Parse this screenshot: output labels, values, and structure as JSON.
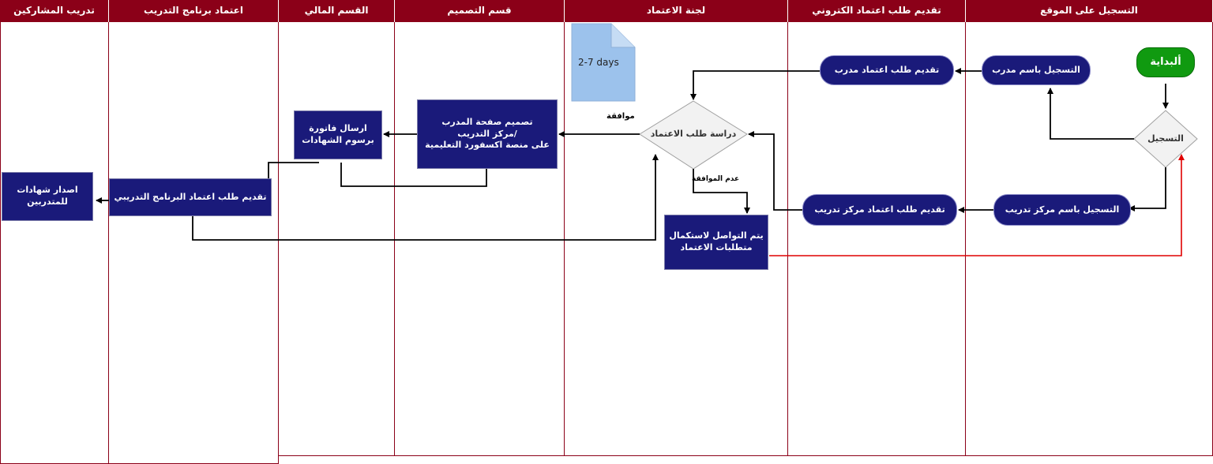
{
  "lanes": [
    {
      "id": "trainees",
      "title": "تدريب المشاركين"
    },
    {
      "id": "program",
      "title": "اعتماد برنامج التدريب"
    },
    {
      "id": "finance",
      "title": "القسم المالي"
    },
    {
      "id": "design",
      "title": "قسم التصميم"
    },
    {
      "id": "committee",
      "title": "لجنة الاعتماد"
    },
    {
      "id": "eapply",
      "title": "تقديم طلب  اعتماد الكتروني"
    },
    {
      "id": "register",
      "title": "التسجيل على الموقع"
    }
  ],
  "nodes": {
    "start": "ألبداية",
    "register_decision": "التسجيل",
    "register_trainer": "التسجيل باسم مدرب",
    "register_center": "التسجيل باسم مركز تدريب",
    "apply_trainer": "تقديم طلب اعتماد مدرب",
    "apply_center": "تقديم طلب اعتماد  مركز تدريب",
    "review": "دراسة طلب الاعتماد",
    "contact": [
      "يتم التواصل لاستكمال",
      "متطلبات الاعتماد"
    ],
    "design_page": [
      "تصميم صفحة المدرب",
      "/مركز التدريب",
      "على منصة اكسفورد التعليمية"
    ],
    "invoice": [
      "ارسال فاتورة",
      "برسوم الشهادات"
    ],
    "program_apply": "تقديم طلب اعتماد البرنامج التدريبي",
    "certificates": [
      "اصدار شهادات",
      "للمتدربين"
    ]
  },
  "edge_labels": {
    "approve": "موافقة",
    "reject": "عدم الموافقة"
  },
  "duration_note": "2-7 days",
  "colors": {
    "header": "#8b0018",
    "process": "#1a1a7a",
    "start": "#109a10",
    "decision": "#f2f2f2",
    "document": "#9cc2ec",
    "feedback_edge": "#e00000"
  }
}
